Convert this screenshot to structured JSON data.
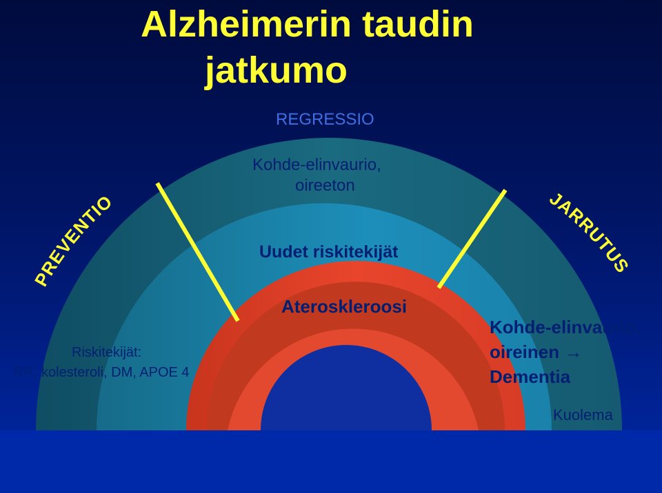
{
  "title": {
    "line1": "Alzheimerin taudin",
    "line2": "jatkumo"
  },
  "labels": {
    "regressio": "REGRESSIO",
    "target_damage_1": "Kohde-elinvaurio,",
    "target_damage_2": "oireeton",
    "new_risk": "Uudet riskitekijät",
    "atherosclerosis": "Ateroskleroosi",
    "risk_factors_1": "Riskitekijät:",
    "risk_factors_2": "RR, kolesteroli, DM, APOE 4",
    "right_1": "Kohde-elinvaurio,",
    "right_2": "oireinen",
    "right_arrow": "→",
    "right_3": "Dementia",
    "death": "Kuolema",
    "prevention": "PREVENTIO",
    "brake": "JARRUTUS"
  },
  "colors": {
    "title": "#ffff33",
    "arc_outer": "#175e74",
    "arc_middle": "#1a8ab5",
    "arc_red": "#e0402a",
    "arc_inner": "#c03a1e",
    "yellow_line": "#ffff33",
    "label_blue": "#3f6fe0",
    "label_navy": "#001f73"
  }
}
